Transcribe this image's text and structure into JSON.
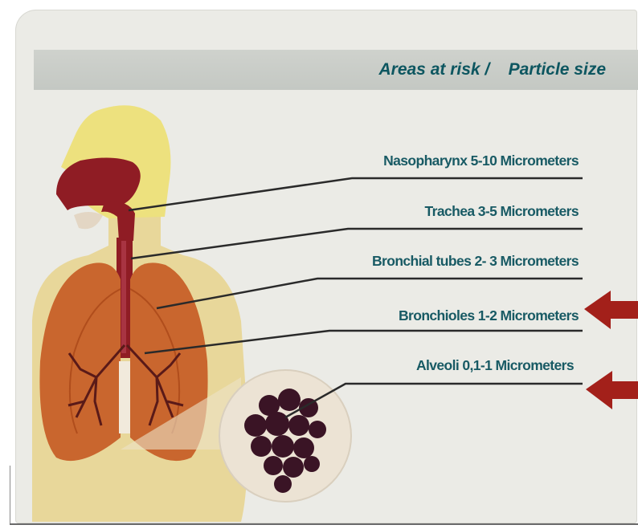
{
  "header": {
    "areas_label": "Areas at risk /",
    "size_label": "Particle size"
  },
  "regions": [
    {
      "label": "Nasopharynx 5-10 Micrometers"
    },
    {
      "label": "Trachea 3-5 Micrometers"
    },
    {
      "label": "Bronchial tubes 2- 3 Micrometers"
    },
    {
      "label": "Bronchioles  1-2 Micrometers"
    },
    {
      "label": "Alveoli 0,1-1 Micrometers"
    }
  ],
  "colors": {
    "label_text": "#185a64",
    "arrow": "#a3201a",
    "lung": "#c9662e",
    "body_skin": "#e8d79a",
    "head_skin": "#ede17e",
    "airway": "#8f1c24",
    "alveoli": "#3a1425"
  },
  "icons": [
    "arrow-left-icon",
    "arrow-left-icon"
  ]
}
